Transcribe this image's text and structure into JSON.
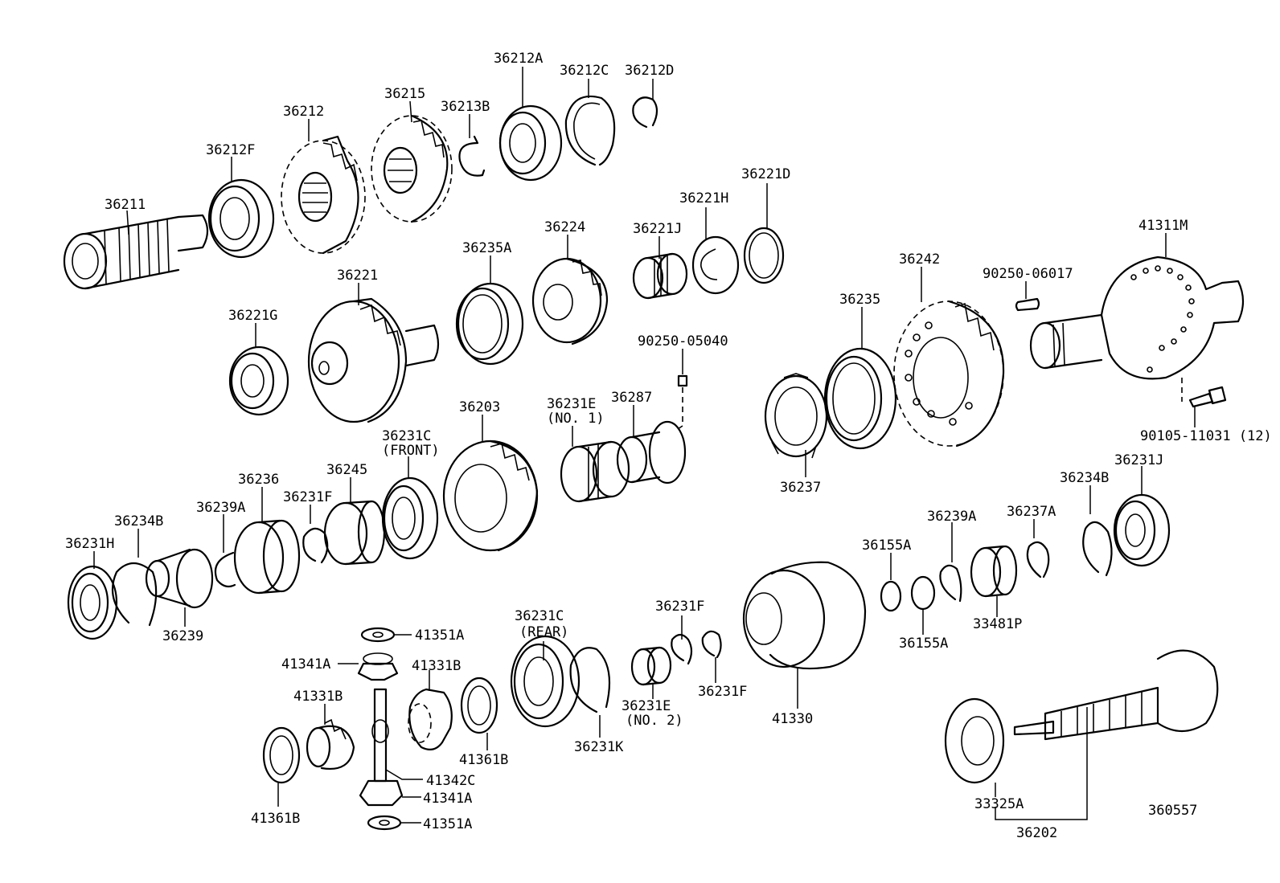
{
  "labels": {
    "p36211": "36211",
    "p36212F": "36212F",
    "p36212": "36212",
    "p36215": "36215",
    "p36213B": "36213B",
    "p36212A": "36212A",
    "p36212C": "36212C",
    "p36212D": "36212D",
    "p36221D": "36221D",
    "p36221H": "36221H",
    "p36221J": "36221J",
    "p36224": "36224",
    "p36235A": "36235A",
    "p36221": "36221",
    "p36221G": "36221G",
    "p41311M": "41311M",
    "p36242": "36242",
    "p90250_06017": "90250-06017",
    "p36235": "36235",
    "p90250_05040": "90250-05040",
    "p36231E_1": "36231E",
    "p36231E_1_note": "(NO. 1)",
    "p36287": "36287",
    "p36203": "36203",
    "p36231C_front": "36231C",
    "p36231C_front_note": "(FRONT)",
    "p36237": "36237",
    "p90105_11031": "90105-11031 (12)",
    "p36231J": "36231J",
    "p36234B_right": "36234B",
    "p36236": "36236",
    "p36245": "36245",
    "p36234B_left": "36234B",
    "p36239A_left": "36239A",
    "p36231F_left": "36231F",
    "p36239A_right": "36239A",
    "p36237A": "36237A",
    "p36231H": "36231H",
    "p36155A_top": "36155A",
    "p36239": "36239",
    "p36155A_bottom": "36155A",
    "p33481P": "33481P",
    "p41351A_top": "41351A",
    "p36231C_rear": "36231C",
    "p36231C_rear_note": "(REAR)",
    "p36231F_mid": "36231F",
    "p41341A_top": "41341A",
    "p41331B_right": "41331B",
    "p41331B_left": "41331B",
    "p36231F_lower": "36231F",
    "p36231E_2": "36231E",
    "p36231E_2_note": "(NO. 2)",
    "p41330": "41330",
    "p41361B_right": "41361B",
    "p36231K": "36231K",
    "p41342C": "41342C",
    "p41341A_bottom": "41341A",
    "p41361B_left": "41361B",
    "p41351A_bottom": "41351A",
    "p33325A": "33325A",
    "p36202": "36202",
    "p360557": "360557"
  }
}
